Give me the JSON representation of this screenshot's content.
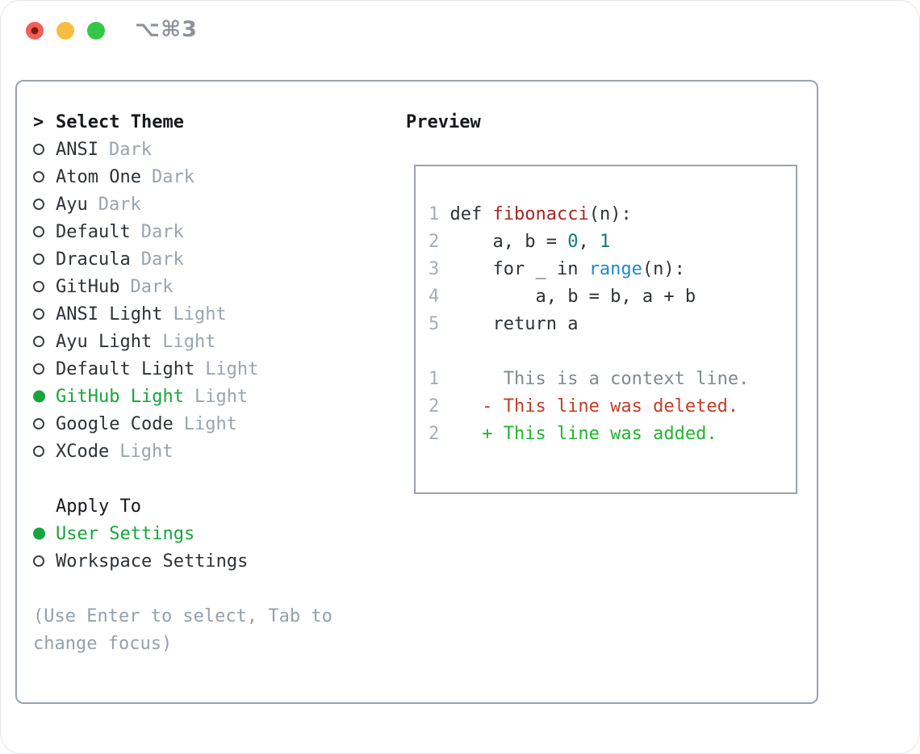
{
  "titlebar": {
    "title": "⌥⌘3",
    "title_color": "#8e939b",
    "traffic_lights": [
      {
        "name": "close",
        "color": "#f25f57",
        "inner_dot": "#7e1d13"
      },
      {
        "name": "minimize",
        "color": "#f7bd40",
        "inner_dot": null
      },
      {
        "name": "zoom",
        "color": "#33c748",
        "inner_dot": null
      }
    ]
  },
  "colors": {
    "accent_green": "#17a53c",
    "text_dark": "#2d3237",
    "muted_gray": "#9aa4ae",
    "hint_gray": "#96a0aa",
    "border_gray": "#9aa3ad",
    "code": "#2d3237",
    "lineno": "#a4aeb8",
    "func": "#a52622",
    "number": "#0c7b79",
    "builtin": "#1e88c8",
    "context": "#82898f",
    "deleted": "#c53c28",
    "added": "#21b52e"
  },
  "theme_list": {
    "header_prefix": ">",
    "header": "Select Theme",
    "items": [
      {
        "name": "ANSI",
        "variant": "Dark",
        "selected": false
      },
      {
        "name": "Atom One",
        "variant": "Dark",
        "selected": false
      },
      {
        "name": "Ayu",
        "variant": "Dark",
        "selected": false
      },
      {
        "name": "Default",
        "variant": "Dark",
        "selected": false
      },
      {
        "name": "Dracula",
        "variant": "Dark",
        "selected": false
      },
      {
        "name": "GitHub",
        "variant": "Dark",
        "selected": false
      },
      {
        "name": "ANSI Light",
        "variant": "Light",
        "selected": false
      },
      {
        "name": "Ayu Light",
        "variant": "Light",
        "selected": false
      },
      {
        "name": "Default Light",
        "variant": "Light",
        "selected": false
      },
      {
        "name": "GitHub Light",
        "variant": "Light",
        "selected": true
      },
      {
        "name": "Google Code",
        "variant": "Light",
        "selected": false
      },
      {
        "name": "XCode",
        "variant": "Light",
        "selected": false
      }
    ]
  },
  "apply_to": {
    "header": "Apply To",
    "items": [
      {
        "label": "User Settings",
        "selected": true
      },
      {
        "label": "Workspace Settings",
        "selected": false
      }
    ]
  },
  "hint_lines": [
    "(Use Enter to select, Tab to",
    "change focus)"
  ],
  "preview": {
    "header": "Preview",
    "lines": [
      [
        {
          "t": "1",
          "c": "lineno"
        },
        {
          "t": " def ",
          "c": "code"
        },
        {
          "t": "fibonacci",
          "c": "func"
        },
        {
          "t": "(n):",
          "c": "code"
        }
      ],
      [
        {
          "t": "2",
          "c": "lineno"
        },
        {
          "t": "     a, b = ",
          "c": "code"
        },
        {
          "t": "0",
          "c": "number"
        },
        {
          "t": ", ",
          "c": "code"
        },
        {
          "t": "1",
          "c": "number"
        }
      ],
      [
        {
          "t": "3",
          "c": "lineno"
        },
        {
          "t": "     for _ in ",
          "c": "code"
        },
        {
          "t": "range",
          "c": "builtin"
        },
        {
          "t": "(n):",
          "c": "code"
        }
      ],
      [
        {
          "t": "4",
          "c": "lineno"
        },
        {
          "t": "         a, b = b, a + b",
          "c": "code"
        }
      ],
      [
        {
          "t": "5",
          "c": "lineno"
        },
        {
          "t": "     return a",
          "c": "code"
        }
      ],
      [],
      [
        {
          "t": "1",
          "c": "lineno"
        },
        {
          "t": "      This is a context line.",
          "c": "context"
        }
      ],
      [
        {
          "t": "2",
          "c": "lineno"
        },
        {
          "t": "    - This line was deleted.",
          "c": "deleted"
        }
      ],
      [
        {
          "t": "2",
          "c": "lineno"
        },
        {
          "t": "    + This line was added.",
          "c": "added"
        }
      ]
    ]
  }
}
